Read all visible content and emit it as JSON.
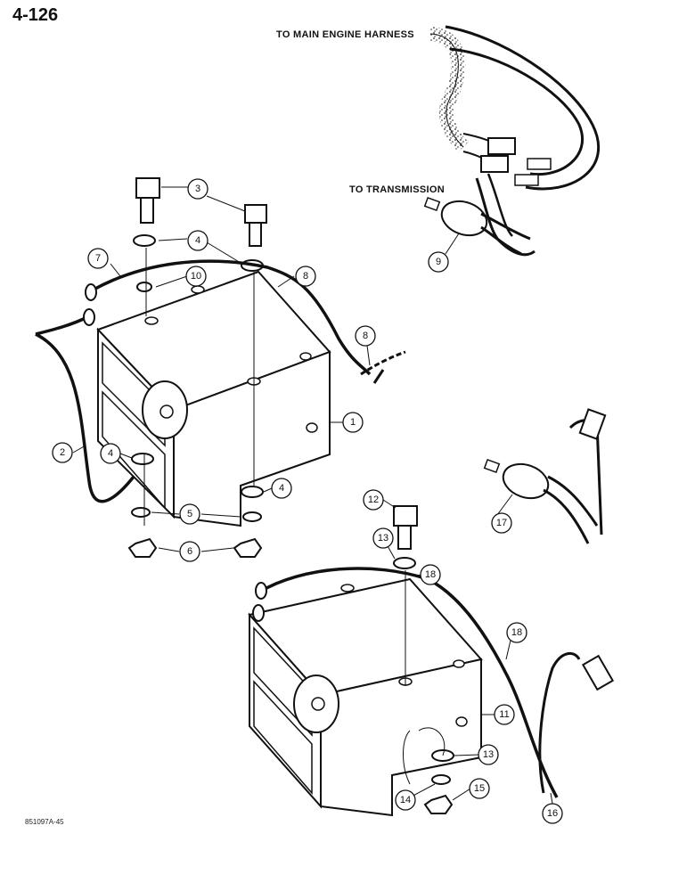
{
  "page": {
    "number": "4-126"
  },
  "labels": {
    "main_harness": "TO MAIN ENGINE HARNESS",
    "transmission": "TO TRANSMISSION"
  },
  "figure_code": "851097A-45",
  "callouts": [
    "1",
    "2",
    "3",
    "4",
    "5",
    "6",
    "7",
    "8",
    "9",
    "10",
    "11",
    "12",
    "13",
    "14",
    "15",
    "16",
    "17",
    "18"
  ]
}
